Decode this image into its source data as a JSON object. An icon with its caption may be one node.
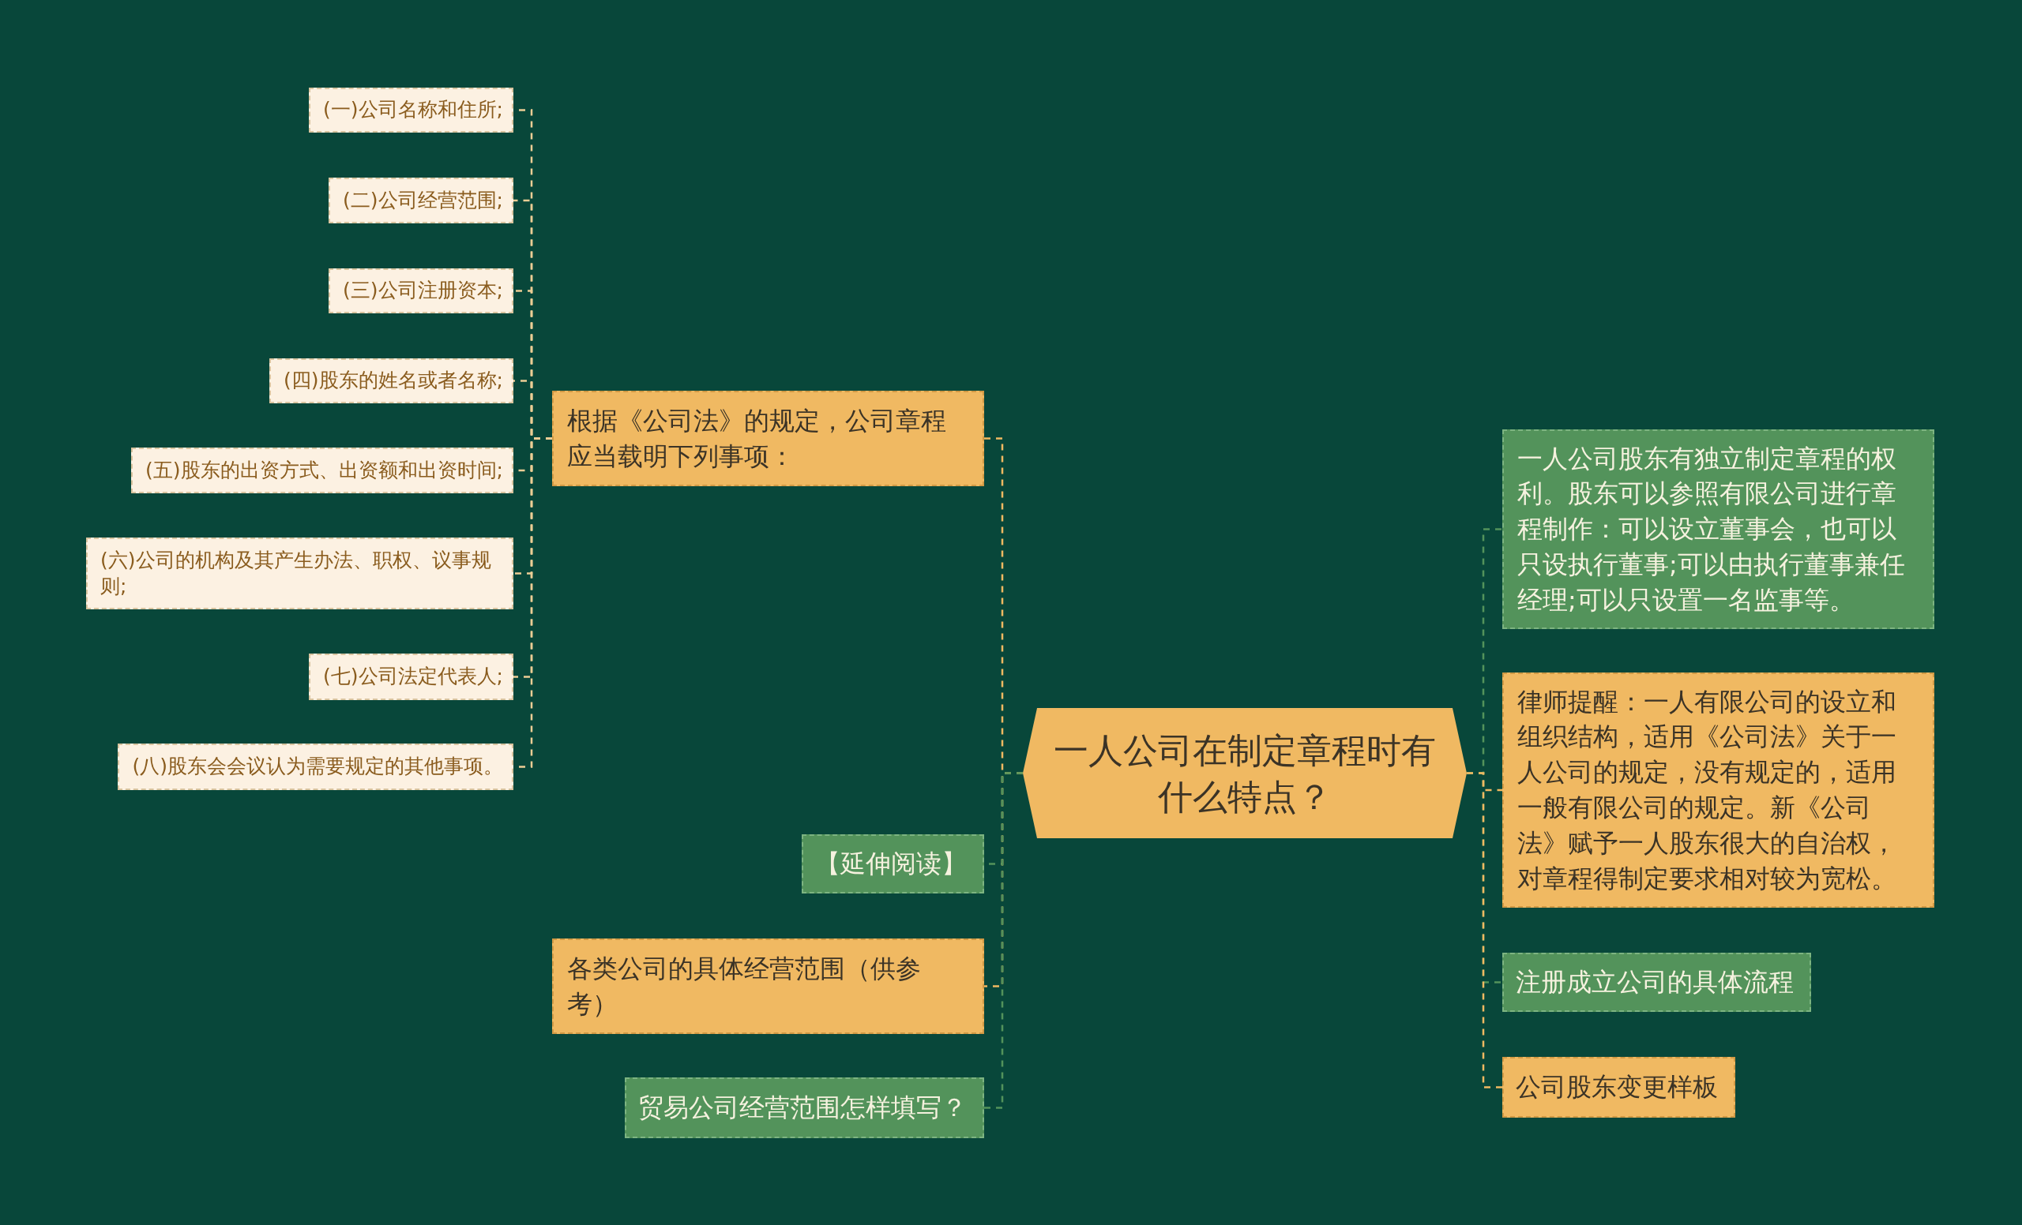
{
  "diagram": {
    "nodes": [
      {
        "text": [
          "一人公司在制定章程时有什么特点？"
        ]
      },
      {
        "text": [
          "根据《公司法》的规定，公司章程应当载明下列事项："
        ]
      },
      {
        "text": [
          "(一)公司名称和住所;"
        ]
      },
      {
        "text": [
          "(二)公司经营范围;"
        ]
      },
      {
        "text": [
          "(三)公司注册资本;"
        ]
      },
      {
        "text": [
          "(四)股东的姓名或者名称;"
        ]
      },
      {
        "text": [
          "(五)股东的出资方式、出资额和出资时间;"
        ]
      },
      {
        "text": [
          "(六)公司的机构及其产生办法、职权、议事规则;"
        ]
      },
      {
        "text": [
          "(七)公司法定代表人;"
        ]
      },
      {
        "text": [
          "(八)股东会会议认为需要规定的其他事项。"
        ]
      },
      {
        "text": [
          "【延伸阅读】"
        ]
      },
      {
        "text": [
          "各类公司的具体经营范围（供参考）"
        ]
      },
      {
        "text": [
          "贸易公司经营范围怎样填写？"
        ]
      },
      {
        "text": [
          "一人公司股东有独立制定章程的权利。股东可以参照有限公司进行章程制作：可以设立董事会，也可以只设执行董事;可以由执行董事兼任经理;可以只设置一名监事等。"
        ]
      },
      {
        "text": [
          "律师提醒：一人有限公司的设立和组织结构，适用《公司法》关于一人公司的规定，没有规定的，适用一般有限公司的规定。新《公司法》赋予一人股东很大的自治权，对章程得制定要求相对较为宽松。"
        ]
      },
      {
        "text": [
          "注册成立公司的具体流程"
        ]
      },
      {
        "text": [
          "公司股东变更样板"
        ]
      }
    ],
    "edges": [
      {
        "from": 0,
        "to": 1,
        "arrow": "none",
        "style": "dashed",
        "color": "#f0b962"
      },
      {
        "from": 1,
        "to": 2,
        "arrow": "none",
        "style": "dashed"
      },
      {
        "from": 1,
        "to": 3,
        "arrow": "none",
        "style": "dashed"
      },
      {
        "from": 1,
        "to": 4,
        "arrow": "none",
        "style": "dashed"
      },
      {
        "from": 1,
        "to": 5,
        "arrow": "none",
        "style": "dashed"
      },
      {
        "from": 1,
        "to": 6,
        "arrow": "none",
        "style": "dashed"
      },
      {
        "from": 1,
        "to": 7,
        "arrow": "none",
        "style": "dashed"
      },
      {
        "from": 1,
        "to": 8,
        "arrow": "none",
        "style": "dashed"
      },
      {
        "from": 1,
        "to": 9,
        "arrow": "none",
        "style": "dashed"
      },
      {
        "from": 0,
        "to": 10,
        "arrow": "none",
        "style": "dashed",
        "color": "#53935b"
      },
      {
        "from": 0,
        "to": 11,
        "arrow": "none",
        "style": "dashed",
        "color": "#f0b962"
      },
      {
        "from": 0,
        "to": 12,
        "arrow": "none",
        "style": "dashed",
        "color": "#53935b"
      },
      {
        "from": 0,
        "to": 13,
        "arrow": "none",
        "style": "dashed",
        "color": "#53935b"
      },
      {
        "from": 0,
        "to": 14,
        "arrow": "none",
        "style": "dashed",
        "color": "#f0b962"
      },
      {
        "from": 0,
        "to": 15,
        "arrow": "none",
        "style": "dashed",
        "color": "#53935b"
      },
      {
        "from": 0,
        "to": 16,
        "arrow": "none",
        "style": "dashed",
        "color": "#f0b962"
      }
    ]
  }
}
